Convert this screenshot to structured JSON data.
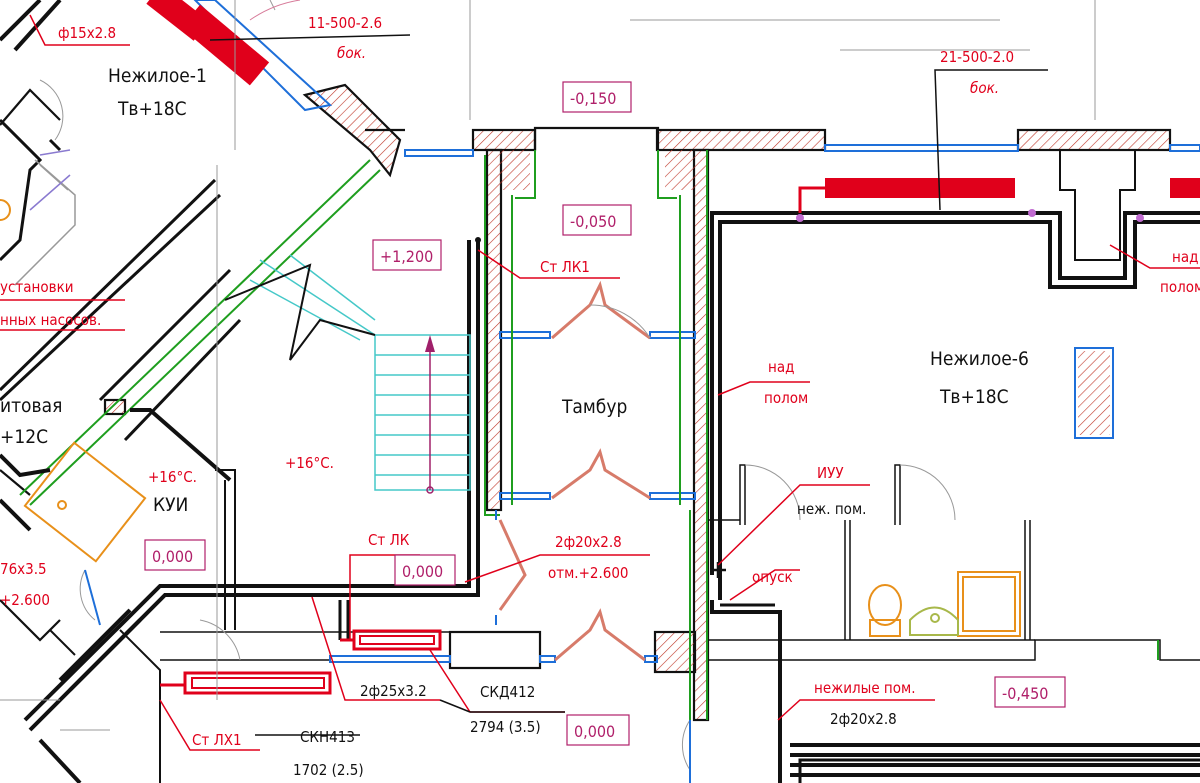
{
  "rooms": {
    "nonres1_name": "Нежилое-1",
    "nonres1_temp": "Тв+18С",
    "nonres6_name": "Нежилое-6",
    "nonres6_temp": "Тв+18С",
    "vestibule": "Тамбур",
    "stair_temp": "+16°С.",
    "kui_temp": "+16°С.",
    "kui_name": "КУИ",
    "left_room_name": "итовая",
    "left_room_temp": "+12С"
  },
  "levels": {
    "top_entry": "-0,150",
    "vestibule": "-0,050",
    "stair_landing": "+1,200",
    "kui": "0,000",
    "st_lk_box": "0,000",
    "bottom": "0,000",
    "right": "-0,450"
  },
  "labels": {
    "pipe_15": "ф15х2.8",
    "radiator_11": "11-500-2.6",
    "radiator_11_side": "бок.",
    "radiator_21": "21-500-2.0",
    "radiator_21_side": "бок.",
    "pump_line1": "установки",
    "pump_line2": "нных насосов.",
    "st_lk1_top": "Ст ЛК1",
    "above_floor_line1": "над",
    "above_floor_line2": "полом",
    "above_floor_right_line1": "над",
    "above_floor_right_line2": "полом",
    "iuu": "ИУУ",
    "iuu_sub": "неж. пом.",
    "descent": "опуск",
    "pipe_2f20_top": "2ф20х2.8",
    "pipe_2f20_top_mark": "отм.+2.600",
    "st_lk": "Ст ЛК",
    "pipe_76": "76х3.5",
    "pipe_76_mark": "+2.600",
    "pipe_2f25": "2ф25х3.2",
    "skd": "СКД412",
    "skd_power": "2794 (3.5)",
    "st_lkh1": "Ст ЛХ1",
    "skn": "СКН413",
    "skn_power": "1702 (2.5)",
    "nonres_rooms": "нежилые пом.",
    "pipe_2f20_bottom": "2ф20х2.8"
  },
  "colors": {
    "wall_hatch": "#c0392b",
    "insulation_green": "#1f9e1f",
    "radiator_red": "#e0001b",
    "label_red": "#e0001b",
    "level_magenta": "#b0206a",
    "window_blue": "#1e6fd9",
    "stair_cyan": "#45c8c8",
    "fixture_orange": "#e8901a"
  }
}
